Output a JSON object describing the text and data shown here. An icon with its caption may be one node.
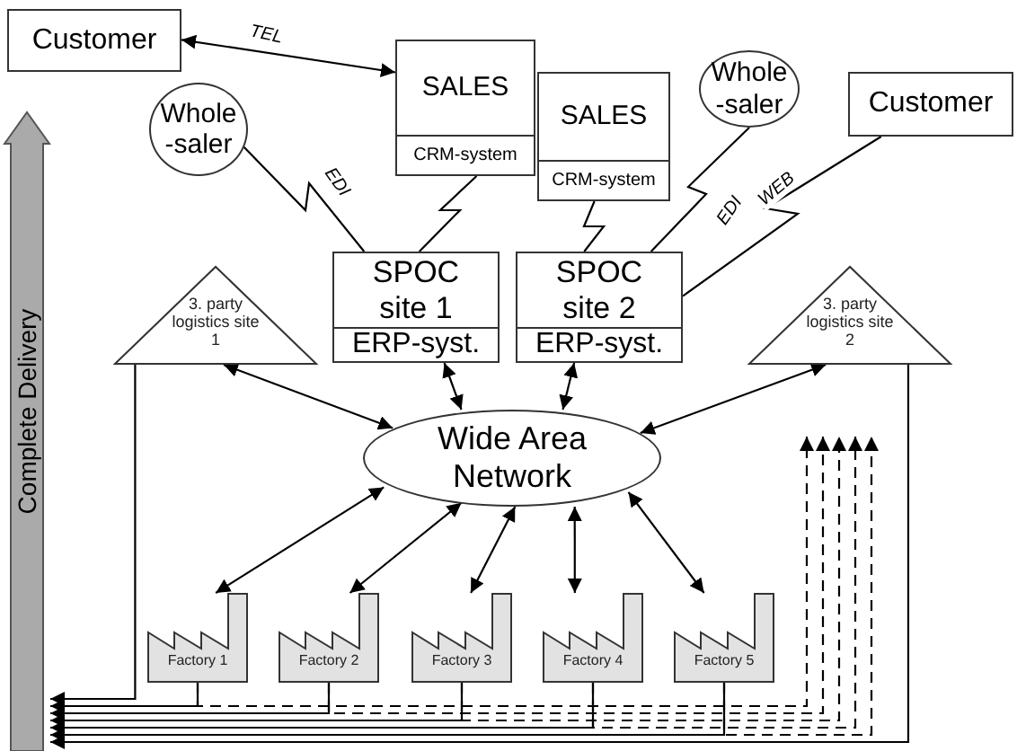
{
  "diagram": {
    "nodes": [
      {
        "text": [
          "Customer"
        ]
      },
      {
        "text": [
          "SALES",
          "CRM-system"
        ]
      },
      {
        "text": [
          "SALES",
          "CRM-system"
        ]
      },
      {
        "text": [
          "Whole -saler"
        ]
      },
      {
        "text": [
          "Whole -saler"
        ]
      },
      {
        "text": [
          "Customer"
        ]
      },
      {
        "text": [
          "3. party logistics site 1"
        ]
      },
      {
        "text": [
          "SPOC site 1",
          "ERP-syst."
        ]
      },
      {
        "text": [
          "SPOC site 2",
          "ERP-syst."
        ]
      },
      {
        "text": [
          "3. party logistics site 2"
        ]
      },
      {
        "text": [
          "Wide Area Network"
        ]
      },
      {
        "text": [
          "Factory 1"
        ]
      },
      {
        "text": [
          "Factory 2"
        ]
      },
      {
        "text": [
          "Factory 3"
        ]
      },
      {
        "text": [
          "Factory 4"
        ]
      },
      {
        "text": [
          "Factory 5"
        ]
      },
      {
        "text": [
          "Complete Delivery"
        ]
      }
    ],
    "edges": [
      {
        "from": 0,
        "to": 1,
        "arrow": "both",
        "label": "TEL"
      },
      {
        "from": 3,
        "to": 7,
        "arrow": "none",
        "label": "EDI"
      },
      {
        "from": 1,
        "to": 7,
        "arrow": "none"
      },
      {
        "from": 2,
        "to": 8,
        "arrow": "none"
      },
      {
        "from": 4,
        "to": 8,
        "arrow": "none",
        "label": "EDI"
      },
      {
        "from": 5,
        "to": 8,
        "arrow": "none",
        "label": "WEB"
      },
      {
        "from": 10,
        "to": 6,
        "arrow": "both"
      },
      {
        "from": 10,
        "to": 7,
        "arrow": "both"
      },
      {
        "from": 10,
        "to": 8,
        "arrow": "both"
      },
      {
        "from": 10,
        "to": 9,
        "arrow": "both"
      },
      {
        "from": 10,
        "to": 11,
        "arrow": "both"
      },
      {
        "from": 10,
        "to": 12,
        "arrow": "both"
      },
      {
        "from": 10,
        "to": 13,
        "arrow": "both"
      },
      {
        "from": 10,
        "to": 14,
        "arrow": "both"
      },
      {
        "from": 10,
        "to": 15,
        "arrow": "both"
      },
      {
        "from": 6,
        "to": 16,
        "arrow": "to"
      },
      {
        "from": 11,
        "to": 16,
        "arrow": "to"
      },
      {
        "from": 12,
        "to": 16,
        "arrow": "to"
      },
      {
        "from": 13,
        "to": 16,
        "arrow": "to"
      },
      {
        "from": 14,
        "to": 16,
        "arrow": "to"
      },
      {
        "from": 15,
        "to": 16,
        "arrow": "to"
      },
      {
        "from": 9,
        "to": 16,
        "arrow": "to"
      },
      {
        "from": 11,
        "to": null,
        "arrow": "to",
        "style": "dashed"
      },
      {
        "from": 12,
        "to": null,
        "arrow": "to",
        "style": "dashed"
      },
      {
        "from": 13,
        "to": null,
        "arrow": "to",
        "style": "dashed"
      },
      {
        "from": 14,
        "to": null,
        "arrow": "to",
        "style": "dashed"
      },
      {
        "from": 15,
        "to": null,
        "arrow": "to",
        "style": "dashed"
      }
    ]
  }
}
